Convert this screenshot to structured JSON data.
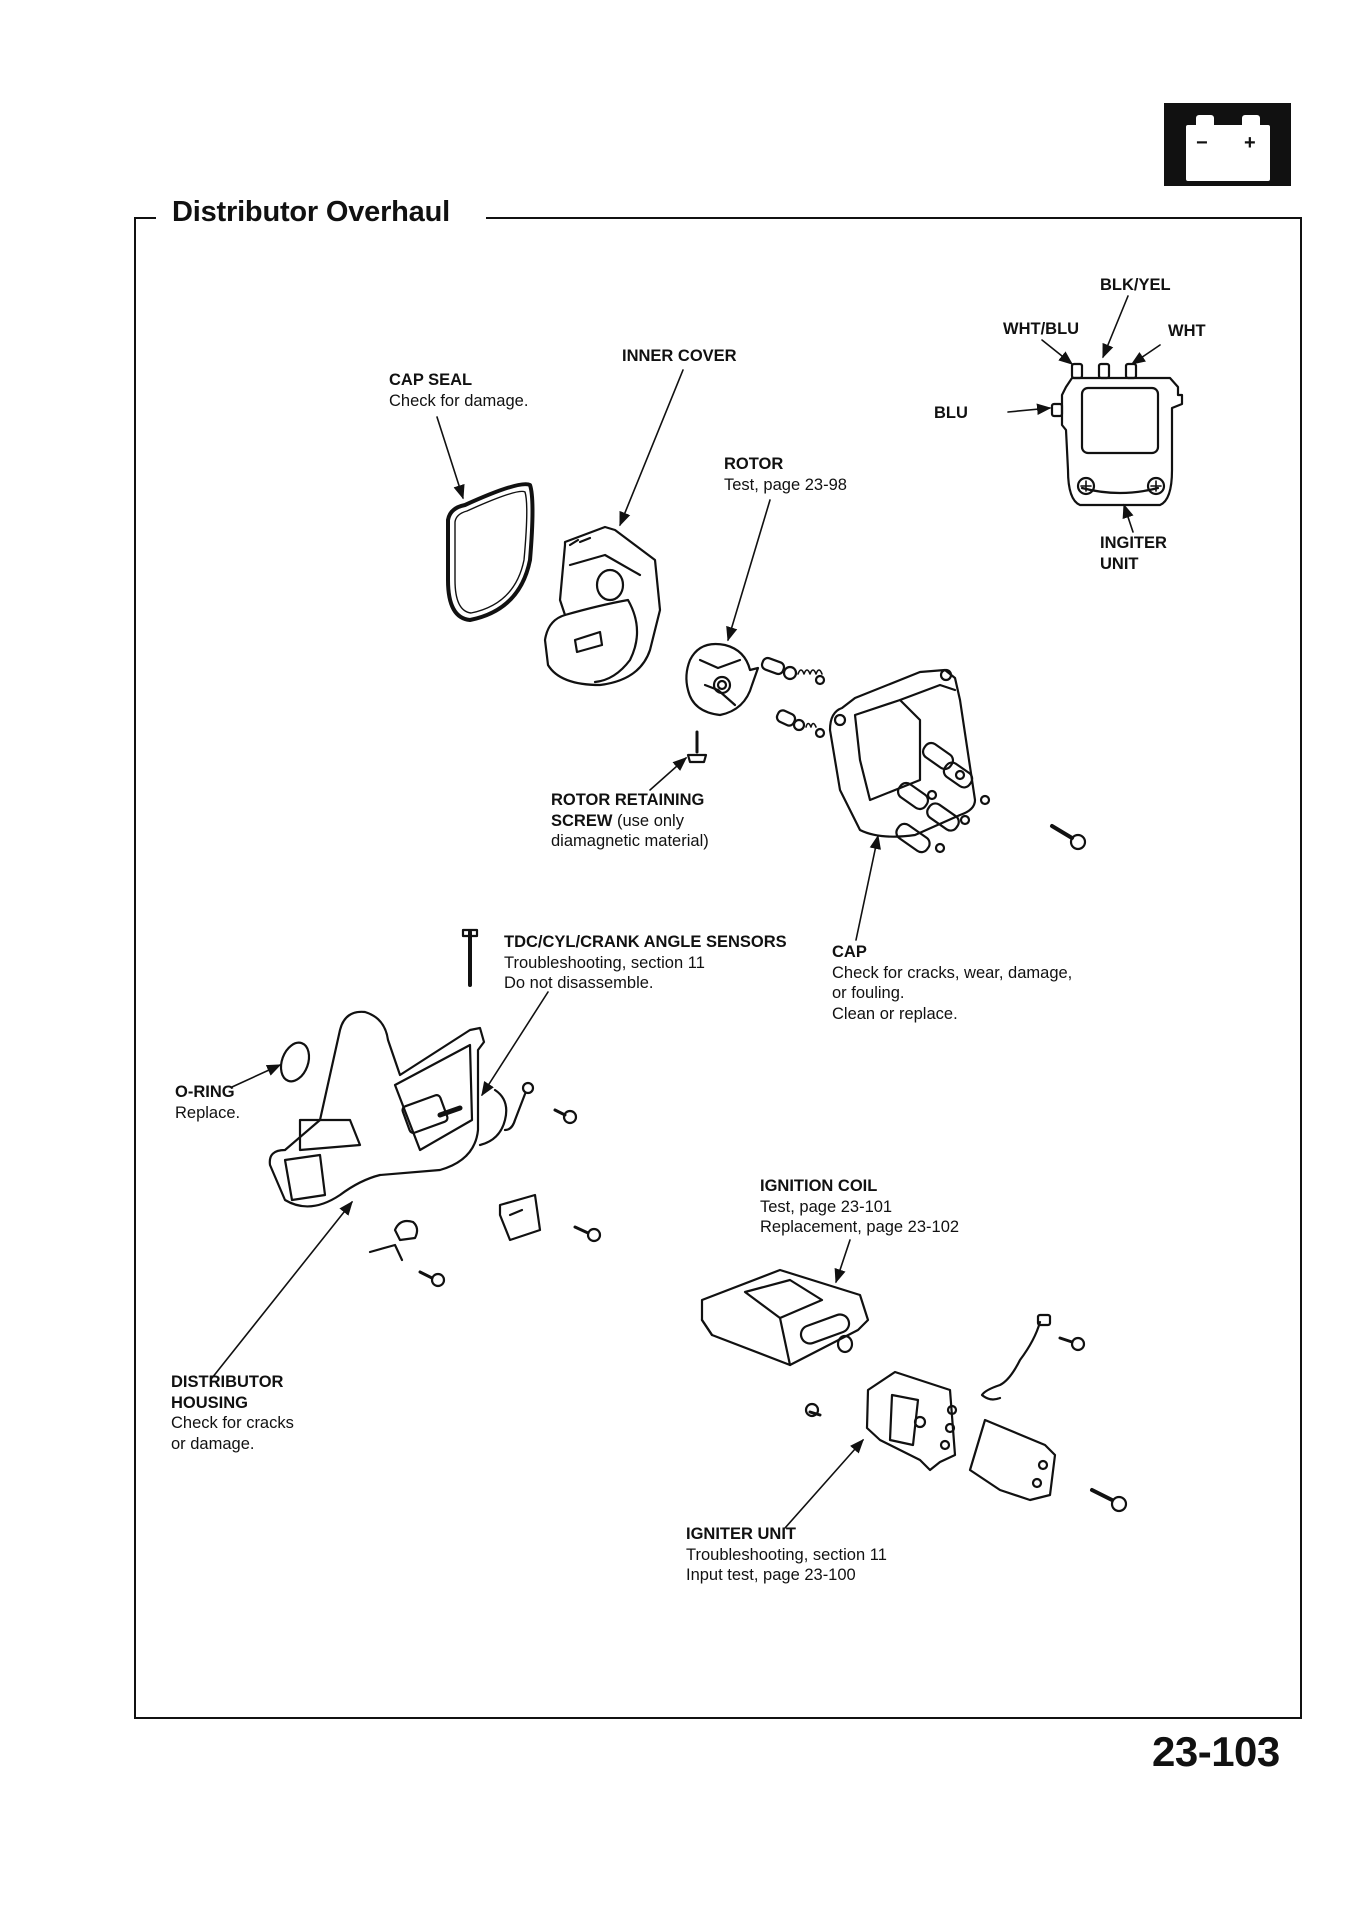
{
  "page": {
    "section_title": "Distributor Overhaul",
    "page_number": "23-103",
    "section_icon": "battery-icon",
    "battery_symbols": {
      "minus": "−",
      "plus": "+"
    }
  },
  "igniter_detail": {
    "wires": {
      "blk_yel": "BLK/YEL",
      "wht_blu": "WHT/BLU",
      "wht": "WHT",
      "blu": "BLU"
    },
    "label": [
      "INGITER",
      "UNIT"
    ]
  },
  "callouts": {
    "cap_seal": {
      "heading": "CAP SEAL",
      "lines": [
        "Check for damage."
      ]
    },
    "inner_cover": {
      "heading": "INNER COVER",
      "lines": []
    },
    "rotor": {
      "heading": "ROTOR",
      "lines": [
        "Test, page 23-98"
      ]
    },
    "rotor_retaining_screw": {
      "heading_line1": "ROTOR RETAINING",
      "heading_line2_bold": "SCREW",
      "heading_line2_rest": " (use only",
      "lines": [
        "diamagnetic material)"
      ]
    },
    "sensors": {
      "heading": "TDC/CYL/CRANK ANGLE SENSORS",
      "lines": [
        "Troubleshooting, section 11",
        "Do not disassemble."
      ]
    },
    "cap": {
      "heading": "CAP",
      "lines": [
        "Check for cracks, wear, damage,",
        "or fouling.",
        "Clean or replace."
      ]
    },
    "o_ring": {
      "heading": "O-RING",
      "lines": [
        "Replace."
      ]
    },
    "ignition_coil": {
      "heading": "IGNITION COIL",
      "lines": [
        "Test, page 23-101",
        "Replacement, page 23-102"
      ]
    },
    "distributor_housing": {
      "heading_line1": "DISTRIBUTOR",
      "heading_line2": "HOUSING",
      "lines": [
        "Check for cracks",
        "or damage."
      ]
    },
    "igniter_unit": {
      "heading": "IGNITER UNIT",
      "lines": [
        "Troubleshooting, section 11",
        "Input test, page 23-100"
      ]
    }
  }
}
